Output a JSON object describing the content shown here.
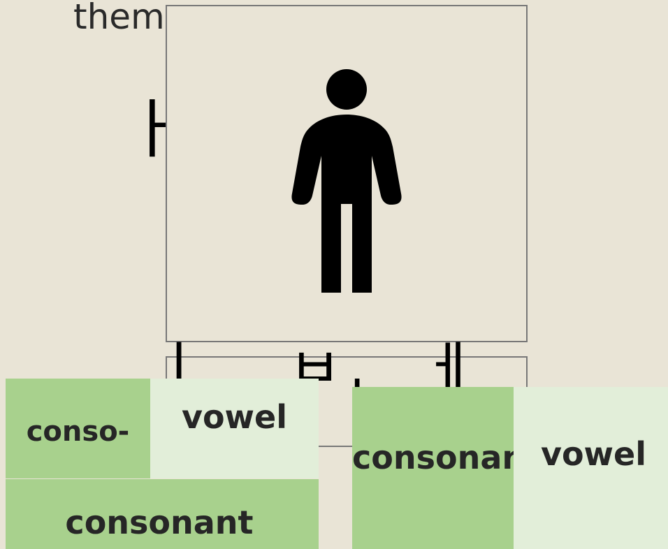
{
  "heading": "theme",
  "person_icon": "person-standing-icon",
  "jamo": {
    "upper_left": "ㅏ",
    "row1_first": "ㅣ",
    "row1_second": "ㅂ",
    "row1_third": "ㅔ",
    "row2_first": "ㅣ"
  },
  "tiles": {
    "left_top_consonant": "conso-",
    "left_top_vowel": "vowel",
    "left_bottom_consonant": "consonant",
    "right_consonant": "consonan",
    "right_vowel": "vowel"
  },
  "colors": {
    "background": "#e9e4d6",
    "consonant_tile": "#a8d18d",
    "vowel_tile": "#e2eed9",
    "frame_border": "#777777"
  }
}
